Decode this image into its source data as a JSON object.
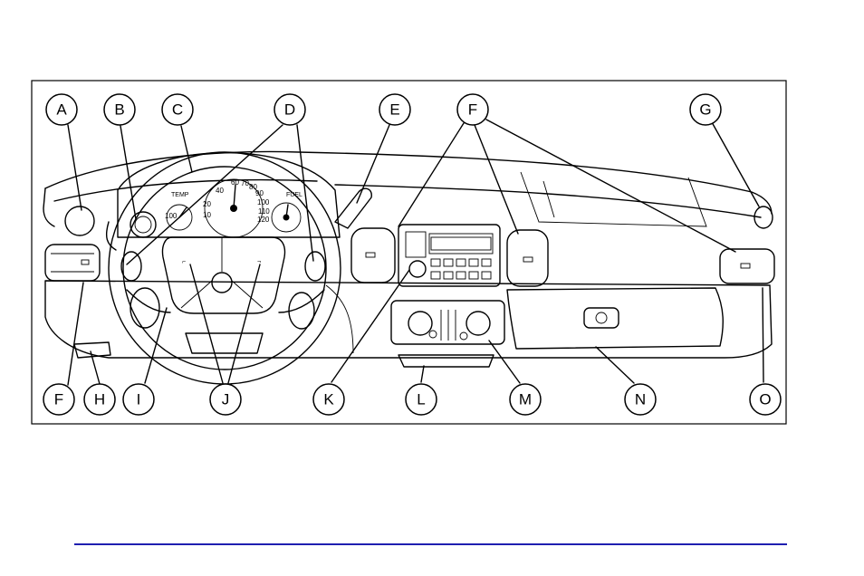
{
  "callouts": {
    "A": "A",
    "B": "B",
    "C": "C",
    "D": "D",
    "E": "E",
    "F_top": "F",
    "G": "G",
    "F_bottom": "F",
    "H": "H",
    "I": "I",
    "J": "J",
    "K": "K",
    "L": "L",
    "M": "M",
    "N": "N",
    "O": "O"
  },
  "cluster": {
    "temp_label": "TEMP",
    "fuel_label": "FUEL",
    "speed_ticks": [
      "20",
      "40",
      "60",
      "70",
      "80",
      "90",
      "100",
      "110",
      "120"
    ],
    "speed_low": "10",
    "speed_hundred": "100"
  },
  "colors": {
    "ink": "#000000",
    "background": "#ffffff",
    "footer_rule": "#1f1fb0"
  },
  "icons": [
    "clock-icon",
    "horn-icon"
  ]
}
